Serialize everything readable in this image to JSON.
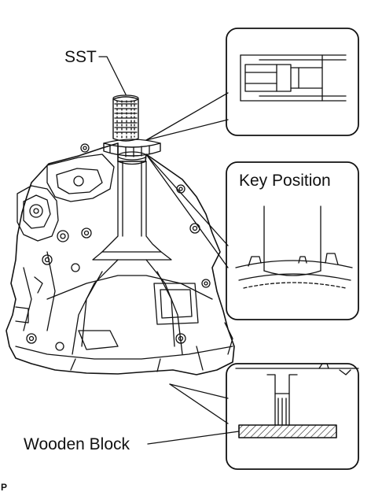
{
  "labels": {
    "sst": "SST",
    "wooden_block": "Wooden Block",
    "key_position": "Key Position",
    "corner_code": "P"
  }
}
